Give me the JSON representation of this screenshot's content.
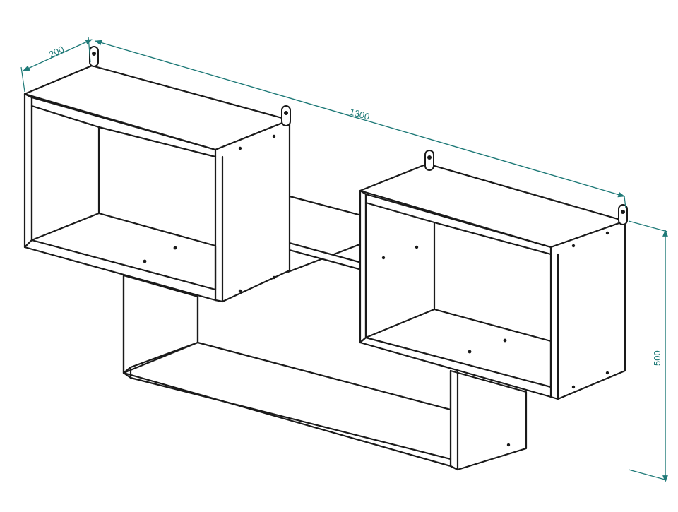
{
  "dimensions": {
    "depth_label": "200",
    "width_label": "1300",
    "height_label": "500"
  },
  "colors": {
    "dimension_lines": "#1f7a78",
    "outline": "#1a1a1a",
    "background": "#ffffff"
  }
}
